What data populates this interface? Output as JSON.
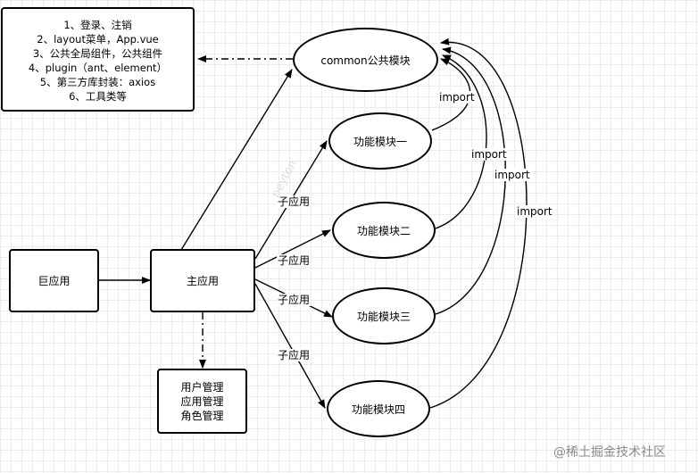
{
  "notes": {
    "lines": [
      "1、登录、注销",
      "2、layout菜单，App.vue",
      "3、公共全局组件，公共组件",
      "4、plugin（ant、element）",
      "5、第三方库封装：axios",
      "6、工具类等"
    ]
  },
  "nodes": {
    "giant_app": "巨应用",
    "main_app": "主应用",
    "common": "common公共模块",
    "module1": "功能模块一",
    "module2": "功能模块二",
    "module3": "功能模块三",
    "module4": "功能模块四"
  },
  "roles": [
    "用户管理",
    "应用管理",
    "角色管理"
  ],
  "edge_labels": {
    "sub_app_1": "子应用",
    "sub_app_2": "子应用",
    "sub_app_3": "子应用",
    "sub_app_4": "子应用",
    "import_1": "import",
    "import_2": "import",
    "import_3": "import",
    "import_4": "import"
  },
  "watermarks": {
    "site": "@稀土掘金技术社区",
    "user": "peyton"
  },
  "colors": {
    "stroke": "#000000",
    "grid": "#ececec",
    "watermark": "#8a8a8a"
  }
}
